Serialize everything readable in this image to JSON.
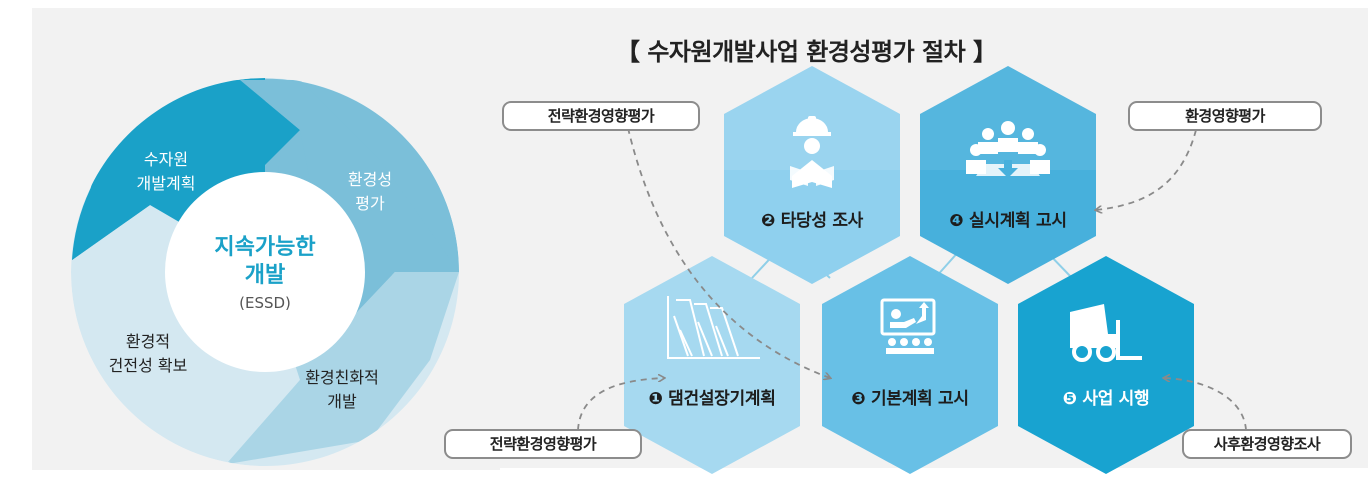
{
  "title": "【 수자원개발사업 환경성평가 절차 】",
  "cycle": {
    "center_title": "지속가능한\n개발",
    "center_title_line1": "지속가능한",
    "center_title_line2": "개발",
    "center_subtitle": "(ESSD)",
    "segments": [
      {
        "line1": "수자원",
        "line2": "개발계획",
        "color": "#1aa1c8"
      },
      {
        "line1": "환경성",
        "line2": "평가",
        "color": "#7bbfd9"
      },
      {
        "line1": "환경친화적",
        "line2": "개발",
        "color": "#aad5e6"
      },
      {
        "line1": "환경적",
        "line2": "건전성 확보",
        "color": "#d4e8f1"
      }
    ]
  },
  "steps": [
    {
      "num": "❶",
      "label": "댐건설장기계획",
      "icon": "dam-icon",
      "color": "#a6d9f0"
    },
    {
      "num": "❷",
      "label": "타당성 조사",
      "icon": "surveyor-icon",
      "color": "#8fd0ee"
    },
    {
      "num": "❸",
      "label": "기본계획 고시",
      "icon": "presentation-icon",
      "color": "#68c0e6"
    },
    {
      "num": "❹",
      "label": "실시계획 고시",
      "icon": "meeting-icon",
      "color": "#47b0dc"
    },
    {
      "num": "❺",
      "label": "사업 시행",
      "icon": "forklift-icon",
      "color": "#18a3d0"
    }
  ],
  "assessments": {
    "top_left": "전략환경영향평가",
    "top_right": "환경영향평가",
    "bottom_left": "전략환경영향평가",
    "bottom_right": "사후환경영향조사"
  }
}
